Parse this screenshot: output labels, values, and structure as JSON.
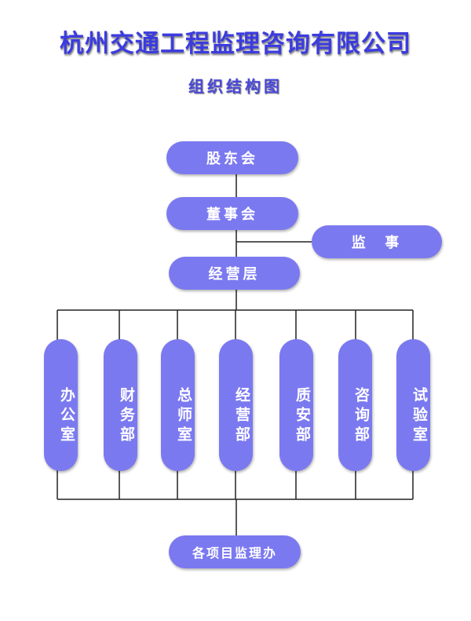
{
  "title": "杭州交通工程监理咨询有限公司",
  "subtitle": "组织结构图",
  "colors": {
    "node": "#7b79f0",
    "title": "#3b3be0"
  },
  "nodes": {
    "shareholders": "股东会",
    "board": "董事会",
    "supervisor": "监  事",
    "management": "经营层",
    "project_offices": "各项目监理办"
  },
  "departments": [
    "办公室",
    "财务部",
    "总师室",
    "经营部",
    "质安部",
    "咨询部",
    "试验室"
  ]
}
